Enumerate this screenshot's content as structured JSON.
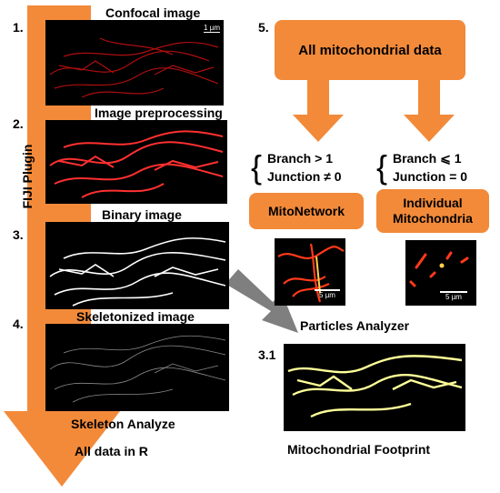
{
  "steps": {
    "s1": {
      "num": "1.",
      "title": "Confocal image"
    },
    "s2": {
      "num": "2.",
      "title": "Image preprocessing"
    },
    "s3": {
      "num": "3.",
      "title": "Binary image"
    },
    "s4": {
      "num": "4.",
      "title": "Skeletonized image"
    },
    "s31": {
      "num": "3.1",
      "title": "Particles Analyzer"
    },
    "s5": {
      "num": "5."
    }
  },
  "vertical_label": "FIJI Plugin",
  "bottom_texts": {
    "skeleton": "Skeleton Analyze",
    "data_in_r": "All data in R"
  },
  "scale_top": "1 µm",
  "right": {
    "all_data": "All mitochondrial data",
    "left_cond": {
      "line1": "Branch > 1",
      "line2": "Junction ≠ 0"
    },
    "right_cond": {
      "line1": "Branch ⩽ 1",
      "line2": "Junction = 0"
    },
    "mitonetwork": "MitoNetwork",
    "individual_line1": "Individual",
    "individual_line2": "Mitochondria",
    "scale_left": "5 µm",
    "scale_right": "5 µm",
    "footprint": "Mitochondrial Footprint"
  },
  "colors": {
    "orange": "#f28a3a",
    "arrow_gray": "#7f7f7f",
    "skeleton_yellow": "#ffff99"
  }
}
